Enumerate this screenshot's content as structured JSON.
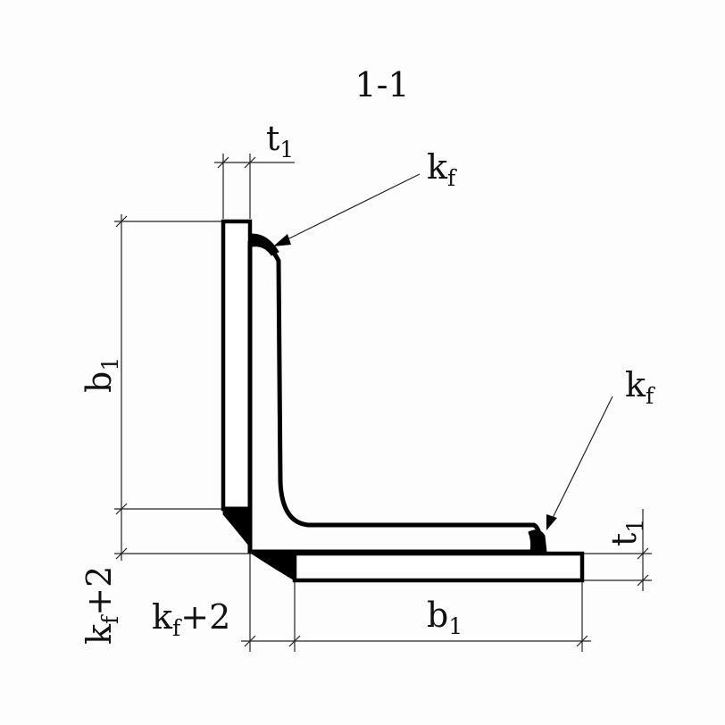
{
  "section_title": "1-1",
  "labels": {
    "t1_top": {
      "main": "t",
      "sub": "1"
    },
    "kf_top": {
      "main": "k",
      "sub": "f"
    },
    "kf_right": {
      "main": "k",
      "sub": "f"
    },
    "b1_left": {
      "main": "b",
      "sub": "1"
    },
    "t1_right": {
      "main": "t",
      "sub": "1"
    },
    "kf2_left": {
      "main": "k",
      "sub": "f",
      "suffix": "+2"
    },
    "kf2_bottom": {
      "main": "k",
      "sub": "f",
      "suffix": "+2"
    },
    "b1_bottom": {
      "main": "b",
      "sub": "1"
    }
  },
  "colors": {
    "line": "#000000",
    "dim": "#222222",
    "background": "#fdfdfd"
  }
}
